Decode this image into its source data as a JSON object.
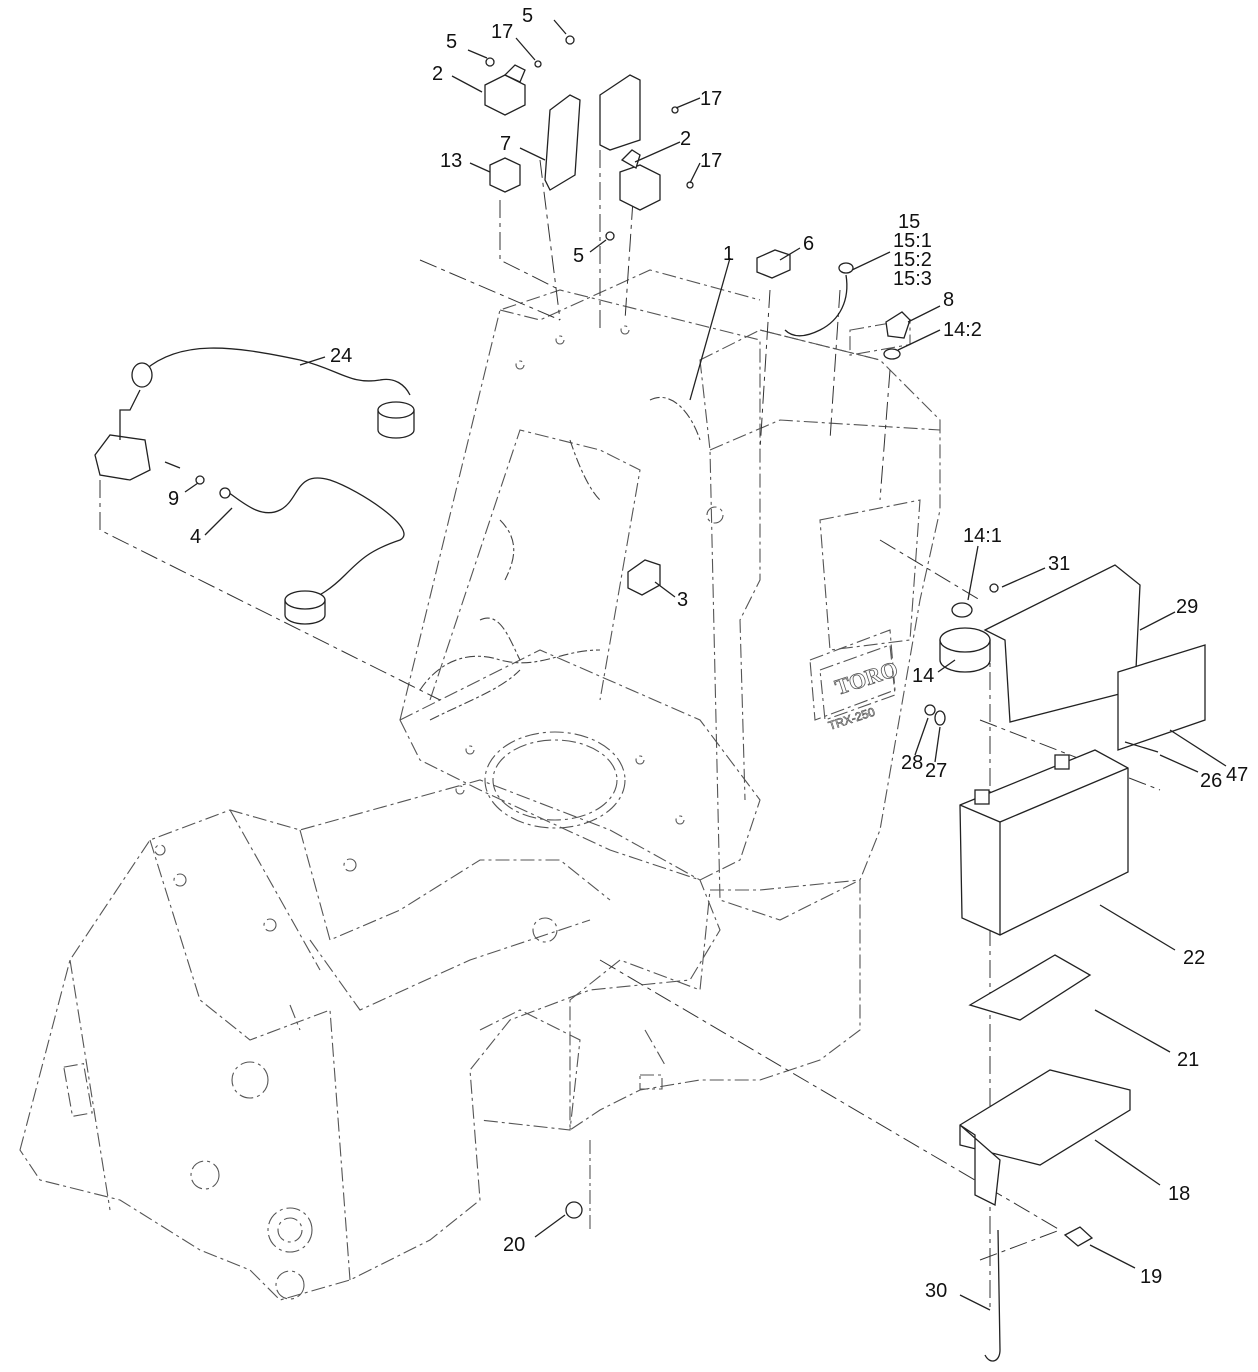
{
  "callouts": [
    {
      "id": "c-5a",
      "text": "5"
    },
    {
      "id": "c-17a",
      "text": "17"
    },
    {
      "id": "c-5b",
      "text": "5"
    },
    {
      "id": "c-2a",
      "text": "2"
    },
    {
      "id": "c-17b",
      "text": "17"
    },
    {
      "id": "c-2b",
      "text": "2"
    },
    {
      "id": "c-7",
      "text": "7"
    },
    {
      "id": "c-13",
      "text": "13"
    },
    {
      "id": "c-17c",
      "text": "17"
    },
    {
      "id": "c-5c",
      "text": "5"
    },
    {
      "id": "c-1",
      "text": "1"
    },
    {
      "id": "c-6",
      "text": "6"
    },
    {
      "id": "c-15",
      "text": "15"
    },
    {
      "id": "c-15-1",
      "text": "15:1"
    },
    {
      "id": "c-15-2",
      "text": "15:2"
    },
    {
      "id": "c-15-3",
      "text": "15:3"
    },
    {
      "id": "c-8",
      "text": "8"
    },
    {
      "id": "c-14-2",
      "text": "14:2"
    },
    {
      "id": "c-24",
      "text": "24"
    },
    {
      "id": "c-9",
      "text": "9"
    },
    {
      "id": "c-4",
      "text": "4"
    },
    {
      "id": "c-3",
      "text": "3"
    },
    {
      "id": "c-14-1",
      "text": "14:1"
    },
    {
      "id": "c-31",
      "text": "31"
    },
    {
      "id": "c-29",
      "text": "29"
    },
    {
      "id": "c-14",
      "text": "14"
    },
    {
      "id": "c-28",
      "text": "28"
    },
    {
      "id": "c-27",
      "text": "27"
    },
    {
      "id": "c-47",
      "text": "47"
    },
    {
      "id": "c-26",
      "text": "26"
    },
    {
      "id": "c-22",
      "text": "22"
    },
    {
      "id": "c-21",
      "text": "21"
    },
    {
      "id": "c-18",
      "text": "18"
    },
    {
      "id": "c-19",
      "text": "19"
    },
    {
      "id": "c-20",
      "text": "20"
    },
    {
      "id": "c-30",
      "text": "30"
    }
  ],
  "panel_decal": {
    "brand": "TORO",
    "model": "TRX-250"
  }
}
